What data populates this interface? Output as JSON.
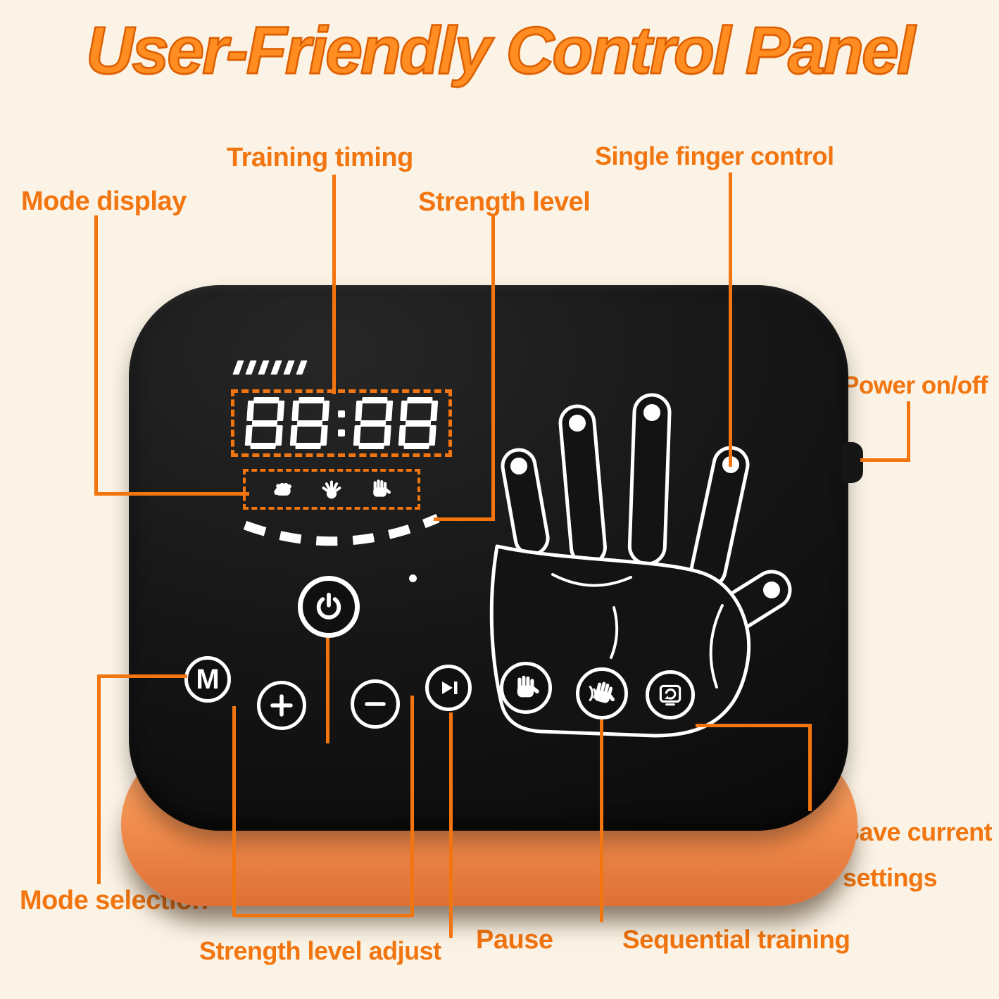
{
  "title": "User-Friendly Control Panel",
  "callouts": {
    "training_timing": "Training timing",
    "mode_display": "Mode display",
    "strength_level": "Strength level",
    "single_finger_control": "Single finger control",
    "power_on_off": "Power on/off",
    "on_off": "ON/OFF",
    "mode_selection": "Mode selection",
    "strength_level_adjust": "Strength level adjust",
    "pause": "Pause",
    "sequential_training": "Sequential training",
    "save_current_settings": "Save current settings"
  },
  "device": {
    "display_value": "88:88",
    "mode_button_label": "M",
    "icons": {
      "mode_display_icons": [
        "grip-hand-icon",
        "spread-hand-icon",
        "palm-hand-icon"
      ],
      "button_icons": [
        "power-icon",
        "plus-icon",
        "minus-icon",
        "play-pause-icon",
        "palm-hand-icon",
        "wave-hand-icon",
        "save-settings-icon"
      ],
      "illustration": "hand-outline-illustration",
      "level_indicator": "signal-ticks-icon",
      "strength_arc": "dashed-arc-indicator"
    }
  },
  "colors": {
    "background": "#FBF3E5",
    "accent_orange": "#F2750F",
    "title_fill": "#FF8D21",
    "title_outline": "#DD5E00",
    "panel_black": "#131313",
    "base_orange": "#EF8A4B"
  }
}
